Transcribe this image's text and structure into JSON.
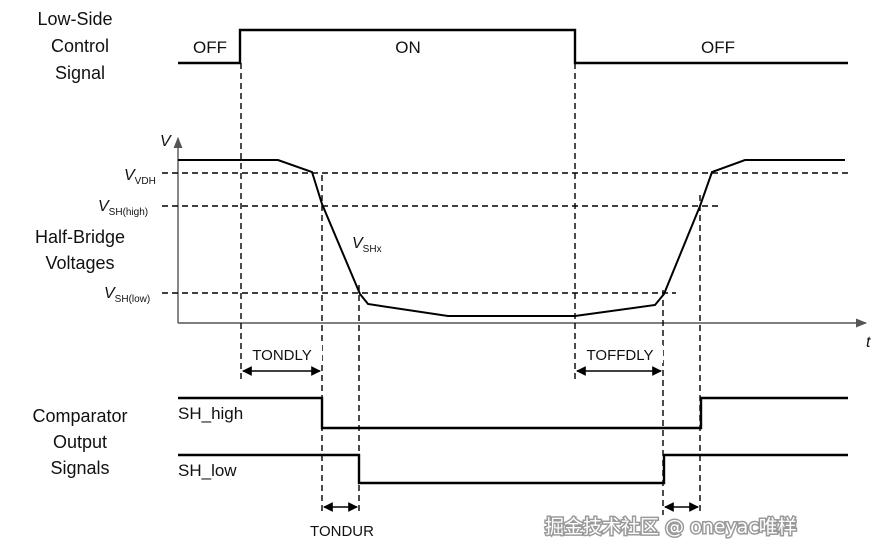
{
  "sections": {
    "low_side": [
      "Low-Side",
      "Control",
      "Signal"
    ],
    "half_bridge": [
      "Half-Bridge",
      "Voltages"
    ],
    "comparator": [
      "Comparator",
      "Output",
      "Signals"
    ]
  },
  "states": {
    "off_left": "OFF",
    "on": "ON",
    "off_right": "OFF"
  },
  "axes": {
    "y": "V",
    "x": "t"
  },
  "voltages": {
    "vdh_main": "V",
    "vdh_sub": "VDH",
    "vshhigh_main": "V",
    "vshhigh_sub": "SH(high)",
    "vshlow_main": "V",
    "vshlow_sub": "SH(low)",
    "vshx_main": "V",
    "vshx_sub": "SHx"
  },
  "signals": {
    "sh_high": "SH_high",
    "sh_low": "SH_low"
  },
  "timings": {
    "tondly": "TONDLY",
    "toffdly": "TOFFDLY",
    "tondur": "TONDUR"
  },
  "watermark": "掘金技术社区 @ oneyac唯样"
}
